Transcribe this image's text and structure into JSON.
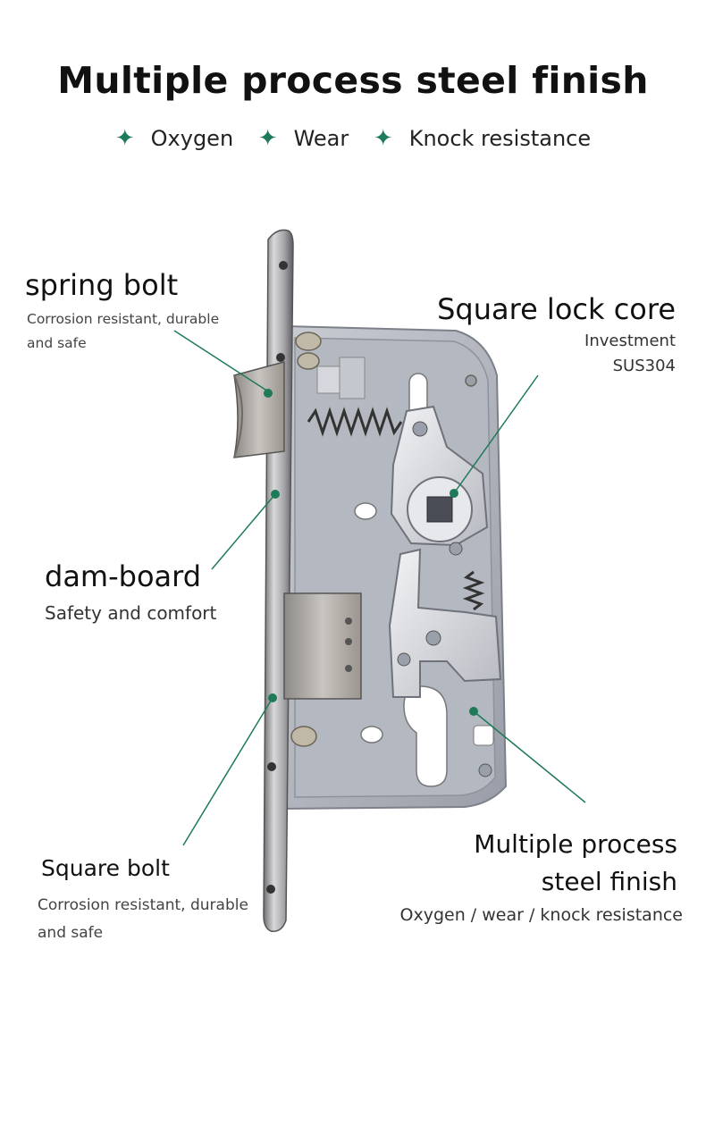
{
  "headline": "Multiple process steel finish",
  "features": [
    {
      "icon": "star-icon",
      "label": "Oxygen"
    },
    {
      "icon": "star-icon",
      "label": "Wear"
    },
    {
      "icon": "star-icon",
      "label": "Knock resistance"
    }
  ],
  "accent_color": "#1e7a58",
  "callouts": {
    "spring_bolt": {
      "title": "spring bolt",
      "line1": "Corrosion resistant, durable",
      "line2": "and safe"
    },
    "lock_core": {
      "title": "Square lock core",
      "line1": "Investment",
      "line2": "SUS304"
    },
    "dam_board": {
      "title": "dam-board",
      "desc": "Safety and comfort"
    },
    "square_bolt": {
      "title": "Square bolt",
      "line1": "Corrosion resistant, durable",
      "line2": "and safe"
    },
    "finish": {
      "title_line1": "Multiple process",
      "title_line2": "steel finish",
      "desc": "Oxygen / wear / knock resistance"
    }
  }
}
